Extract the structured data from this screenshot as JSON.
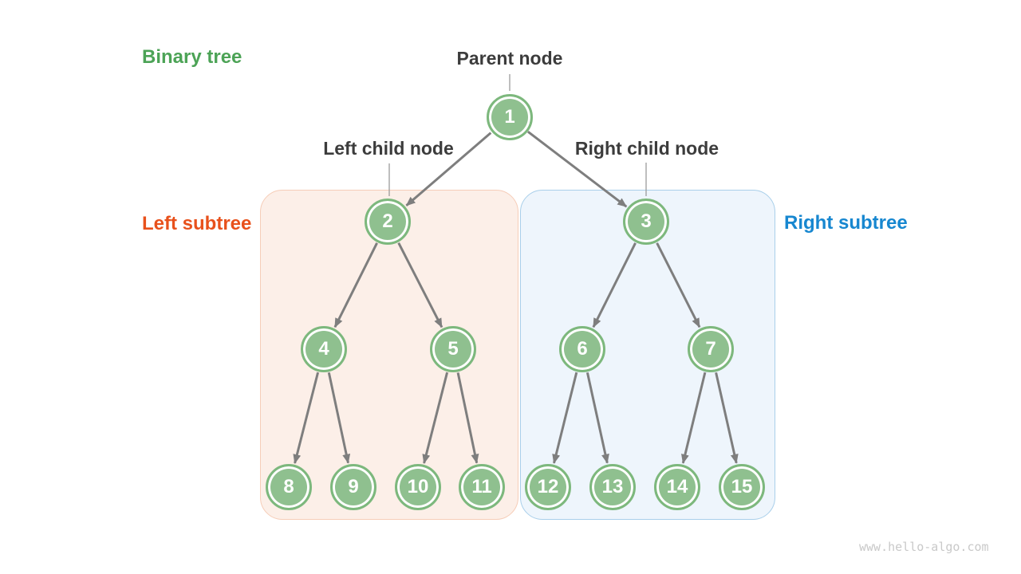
{
  "diagram": {
    "title": "Binary tree",
    "labels": {
      "parent": "Parent node",
      "left_child": "Left child node",
      "right_child": "Right child node",
      "left_subtree": "Left subtree",
      "right_subtree": "Right subtree"
    },
    "nodes": [
      "1",
      "2",
      "3",
      "4",
      "5",
      "6",
      "7",
      "8",
      "9",
      "10",
      "11",
      "12",
      "13",
      "14",
      "15"
    ],
    "edges": [
      [
        "1",
        "2"
      ],
      [
        "1",
        "3"
      ],
      [
        "2",
        "4"
      ],
      [
        "2",
        "5"
      ],
      [
        "3",
        "6"
      ],
      [
        "3",
        "7"
      ],
      [
        "4",
        "8"
      ],
      [
        "4",
        "9"
      ],
      [
        "5",
        "10"
      ],
      [
        "5",
        "11"
      ],
      [
        "6",
        "12"
      ],
      [
        "6",
        "13"
      ],
      [
        "7",
        "14"
      ],
      [
        "7",
        "15"
      ]
    ],
    "colors": {
      "title_text": "#4CA356",
      "left_subtree_text": "#E8511C",
      "right_subtree_text": "#1787D0",
      "annotation_text": "#3C3C3C",
      "node_fill": "#8FC08F",
      "node_border": "#7DB87D",
      "node_text": "#FFFFFF",
      "edge": "#7E7E7E",
      "left_box_fill": "#FCEFE8",
      "left_box_border": "#F6CDB8",
      "right_box_fill": "#EEF5FC",
      "right_box_border": "#A9CFEA"
    },
    "watermark": "www.hello-algo.com"
  }
}
